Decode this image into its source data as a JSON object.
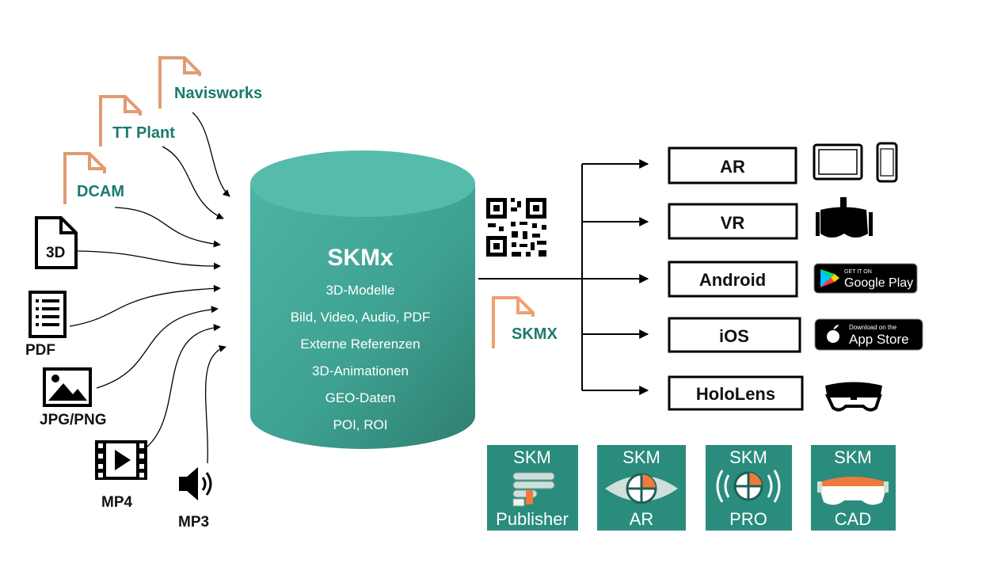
{
  "database": {
    "title": "SKMx",
    "items": [
      "3D-Modelle",
      "Bild, Video, Audio, PDF",
      "Externe Referenzen",
      "3D-Animationen",
      "GEO-Daten",
      "POI, ROI"
    ]
  },
  "inputs": {
    "navisworks": "Navisworks",
    "tt_plant": "TT Plant",
    "dcam": "DCAM",
    "three_d": "3D",
    "pdf": "PDF",
    "jpg_png": "JPG/PNG",
    "mp4": "MP4",
    "mp3": "MP3"
  },
  "export_file": "SKMX",
  "targets": {
    "ar": "AR",
    "vr": "VR",
    "android": "Android",
    "ios": "iOS",
    "hololens": "HoloLens"
  },
  "badges": {
    "google_play_small": "GET IT ON",
    "google_play_big": "Google Play",
    "app_store_small": "Download on the",
    "app_store_big": "App Store"
  },
  "apps": [
    {
      "top": "SKM",
      "bottom": "Publisher"
    },
    {
      "top": "SKM",
      "bottom": "AR"
    },
    {
      "top": "SKM",
      "bottom": "PRO"
    },
    {
      "top": "SKM",
      "bottom": "CAD"
    }
  ],
  "colors": {
    "teal": "#4db3a3",
    "teal_dark": "#2f8a7a",
    "file_orange": "#e09b72",
    "label_green": "#1a7a6c",
    "app_tile": "#2a8c7c",
    "app_orange": "#f07a3a"
  }
}
